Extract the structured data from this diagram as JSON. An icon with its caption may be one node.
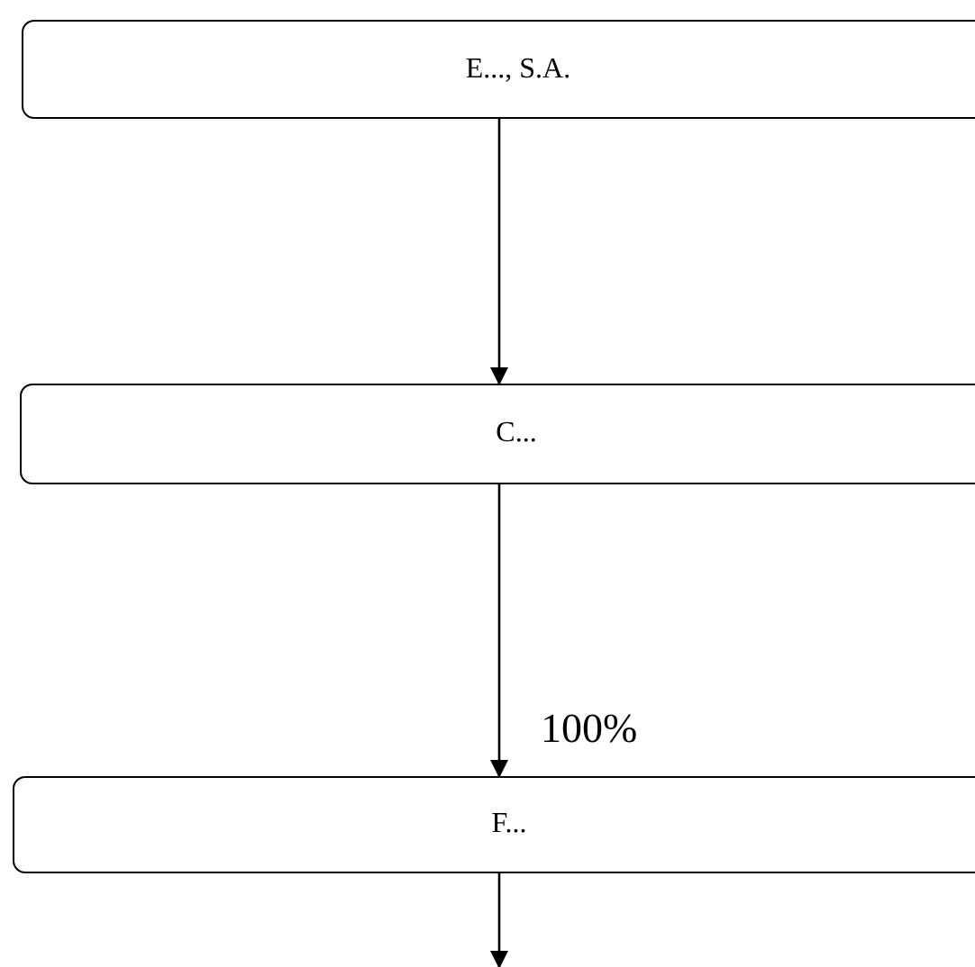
{
  "diagram": {
    "nodes": [
      {
        "text": [
          "E..., S.A."
        ]
      },
      {
        "text": [
          "C..."
        ]
      },
      {
        "text": [
          "F..."
        ]
      }
    ],
    "edges": [
      {
        "from": 0,
        "to": 1,
        "arrow": "to"
      },
      {
        "from": 1,
        "to": 2,
        "arrow": "to"
      },
      {
        "from": 2,
        "to": null,
        "arrow": "to"
      }
    ],
    "labels": [
      "100%"
    ]
  }
}
